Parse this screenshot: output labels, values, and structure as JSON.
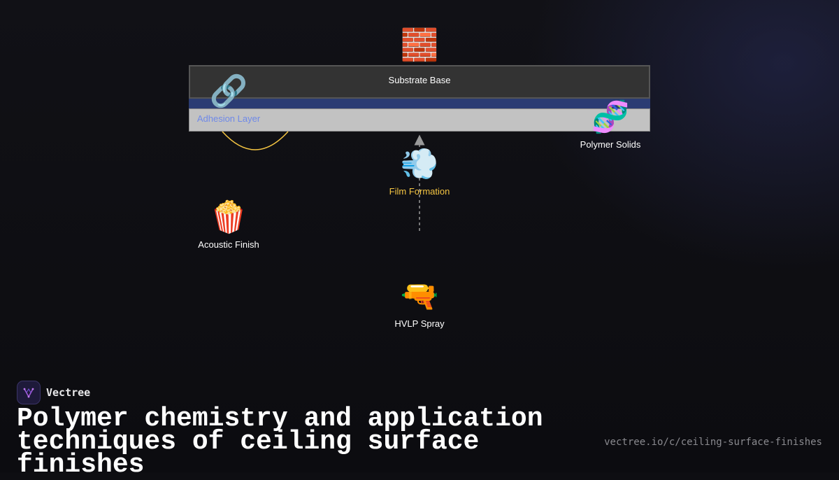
{
  "diagram": {
    "layers": {
      "substrate": "Substrate Base"
    },
    "nodes": {
      "substrate": {
        "icon": "🧱",
        "icon_name": "brick-icon"
      },
      "adhesion": {
        "icon": "🔗",
        "icon_name": "link-icon",
        "label": "Adhesion Layer"
      },
      "polymer": {
        "icon": "🧬",
        "icon_name": "dna-icon",
        "label": "Polymer Solids"
      },
      "film": {
        "icon": "💨",
        "icon_name": "dash-wind-icon",
        "label": "Film Formation"
      },
      "acoustic": {
        "icon": "🍿",
        "icon_name": "popcorn-icon",
        "label": "Acoustic Finish"
      },
      "spray": {
        "icon": "🔫",
        "icon_name": "spray-gun-icon",
        "label": "HVLP Spray"
      }
    },
    "colors": {
      "substrate_layer": "#333333",
      "adhesion_layer": "#2b3c73",
      "polymer_layer": "#c2c2c2",
      "connector_curve": "#f5c542",
      "film_label": "#f5c542",
      "adhesion_label": "#6f89e8"
    }
  },
  "footer": {
    "brand": "Vectree",
    "title": "Polymer chemistry and application techniques of ceiling surface finishes",
    "url": "vectree.io/c/ceiling-surface-finishes"
  }
}
